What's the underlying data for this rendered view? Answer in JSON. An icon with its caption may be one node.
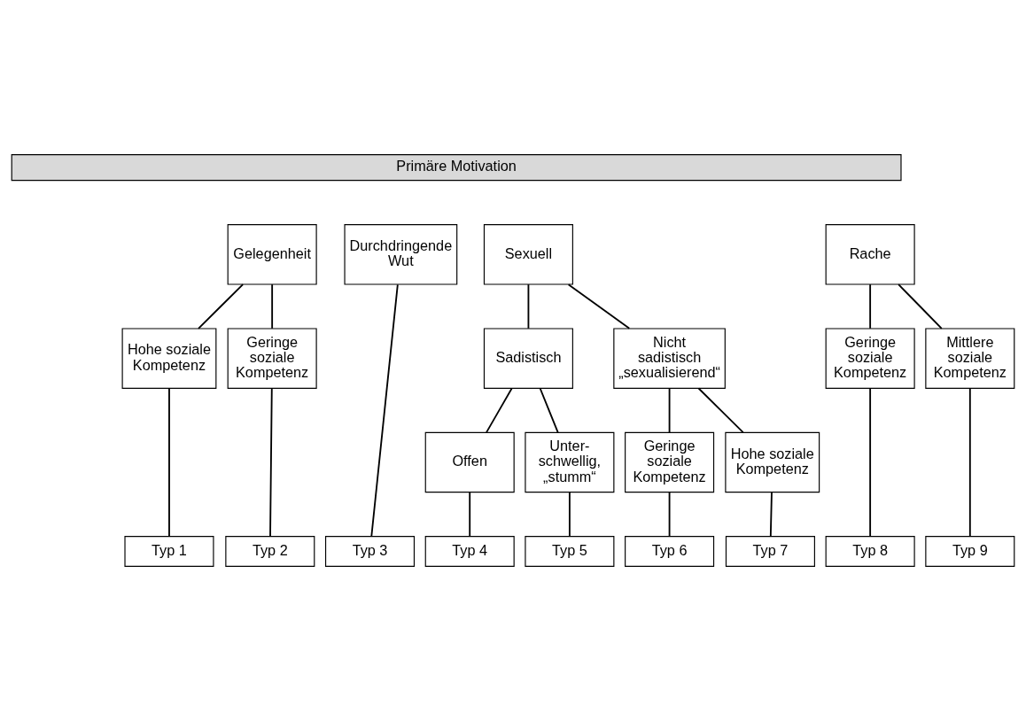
{
  "diagram": {
    "nodes": [
      {
        "text": [
          "Primäre Motivation"
        ]
      },
      {
        "text": [
          "Gelegenheit"
        ]
      },
      {
        "text": [
          "Durchdringende Wut"
        ]
      },
      {
        "text": [
          "Sexuell"
        ]
      },
      {
        "text": [
          "Rache"
        ]
      },
      {
        "text": [
          "Hohe soziale Kompetenz"
        ]
      },
      {
        "text": [
          "Geringe soziale Kompetenz"
        ]
      },
      {
        "text": [
          "Sadistisch"
        ]
      },
      {
        "text": [
          "Nicht sadistisch „sexualisierend“"
        ]
      },
      {
        "text": [
          "Geringe soziale Kompetenz"
        ]
      },
      {
        "text": [
          "Mittlere soziale Kompetenz"
        ]
      },
      {
        "text": [
          "Offen"
        ]
      },
      {
        "text": [
          "Unter- schwellig, „stumm“"
        ]
      },
      {
        "text": [
          "Geringe soziale Kompetenz"
        ]
      },
      {
        "text": [
          "Hohe soziale Kompetenz"
        ]
      },
      {
        "text": [
          "Typ 1"
        ]
      },
      {
        "text": [
          "Typ 2"
        ]
      },
      {
        "text": [
          "Typ 3"
        ]
      },
      {
        "text": [
          "Typ 4"
        ]
      },
      {
        "text": [
          "Typ 5"
        ]
      },
      {
        "text": [
          "Typ 6"
        ]
      },
      {
        "text": [
          "Typ 7"
        ]
      },
      {
        "text": [
          "Typ 8"
        ]
      },
      {
        "text": [
          "Typ 9"
        ]
      }
    ],
    "edges": [
      {
        "from": 1,
        "to": 5,
        "arrow": "none"
      },
      {
        "from": 1,
        "to": 6,
        "arrow": "none"
      },
      {
        "from": 2,
        "to": 17,
        "arrow": "none"
      },
      {
        "from": 3,
        "to": 7,
        "arrow": "none"
      },
      {
        "from": 3,
        "to": 8,
        "arrow": "none"
      },
      {
        "from": 4,
        "to": 9,
        "arrow": "none"
      },
      {
        "from": 4,
        "to": 10,
        "arrow": "none"
      },
      {
        "from": 5,
        "to": 15,
        "arrow": "none"
      },
      {
        "from": 6,
        "to": 16,
        "arrow": "none"
      },
      {
        "from": 7,
        "to": 11,
        "arrow": "none"
      },
      {
        "from": 7,
        "to": 12,
        "arrow": "none"
      },
      {
        "from": 11,
        "to": 18,
        "arrow": "none"
      },
      {
        "from": 12,
        "to": 19,
        "arrow": "none"
      },
      {
        "from": 8,
        "to": 13,
        "arrow": "none"
      },
      {
        "from": 8,
        "to": 14,
        "arrow": "none"
      },
      {
        "from": 13,
        "to": 20,
        "arrow": "none"
      },
      {
        "from": 14,
        "to": 21,
        "arrow": "none"
      },
      {
        "from": 9,
        "to": 22,
        "arrow": "none"
      },
      {
        "from": 10,
        "to": 23,
        "arrow": "none"
      }
    ]
  }
}
